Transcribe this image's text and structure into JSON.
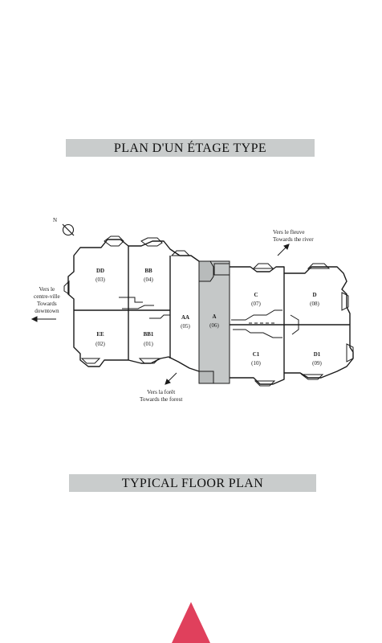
{
  "title_fr": "PLAN D'UN ÉTAGE TYPE",
  "title_en": "TYPICAL FLOOR PLAN",
  "compass": {
    "label": "N",
    "icon": "compass-north-icon"
  },
  "directions": {
    "river": {
      "fr": "Vers le fleuve",
      "en": "Towards the river"
    },
    "downtown": {
      "fr_line1": "Vers le",
      "fr_line2": "centre-ville",
      "en_line1": "Towards",
      "en_line2": "downtown"
    },
    "forest": {
      "fr": "Vers la forêt",
      "en": "Towards the forest"
    }
  },
  "units": [
    {
      "code": "DD",
      "number": "(03)"
    },
    {
      "code": "BB",
      "number": "(04)"
    },
    {
      "code": "EE",
      "number": "(02)"
    },
    {
      "code": "BB1",
      "number": "(01)"
    },
    {
      "code": "AA",
      "number": "(05)"
    },
    {
      "code": "A",
      "number": "(06)"
    },
    {
      "code": "C",
      "number": "(07)"
    },
    {
      "code": "D",
      "number": "(08)"
    },
    {
      "code": "C1",
      "number": "(10)"
    },
    {
      "code": "D1",
      "number": "(09)"
    }
  ],
  "colors": {
    "banner": "#c9cccc",
    "core": "#c5c8c8",
    "accent": "#e0405c",
    "line": "#1a1a1a"
  }
}
